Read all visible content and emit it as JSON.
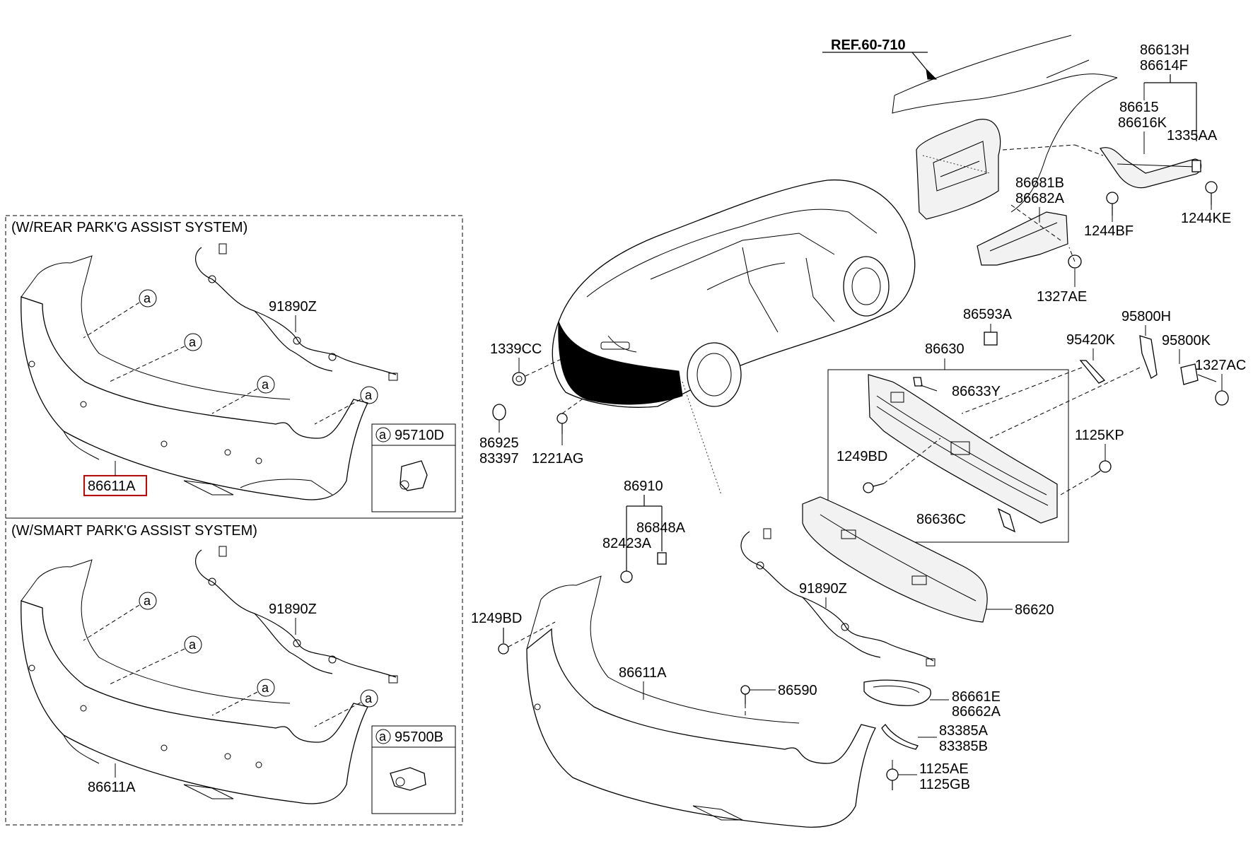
{
  "ref_label": "REF.60-710",
  "sections": {
    "rear": {
      "title": "(W/REAR PARK'G ASSIST SYSTEM)",
      "harness": "91890Z",
      "bumper": "86611A",
      "sensor": "95710D",
      "circle": "a"
    },
    "smart": {
      "title": "(W/SMART PARK'G ASSIST SYSTEM)",
      "harness": "91890Z",
      "bumper": "86611A",
      "sensor": "95700B",
      "circle": "a"
    }
  },
  "labels": {
    "p86613H": "86613H",
    "p86614F": "86614F",
    "p86615": "86615",
    "p86616K": "86616K",
    "p1335AA": "1335AA",
    "p86681B": "86681B",
    "p86682A": "86682A",
    "p1244BF": "1244BF",
    "p1244KE": "1244KE",
    "p1327AE": "1327AE",
    "p86593A": "86593A",
    "p95800H": "95800H",
    "p95800K": "95800K",
    "p1327AC": "1327AC",
    "p95420K": "95420K",
    "p86630": "86630",
    "p86633Y": "86633Y",
    "p1249BD_a": "1249BD",
    "p1125KP": "1125KP",
    "p86636C": "86636C",
    "p86620": "86620",
    "p1339CC": "1339CC",
    "p86925": "86925",
    "p83397": "83397",
    "p1221AG": "1221AG",
    "p86910": "86910",
    "p86848A": "86848A",
    "p82423A": "82423A",
    "p1249BD_b": "1249BD",
    "p91890Z": "91890Z",
    "p86611A": "86611A",
    "p86590": "86590",
    "p86661E": "86661E",
    "p86662A": "86662A",
    "p83385A": "83385A",
    "p83385B": "83385B",
    "p1125AE": "1125AE",
    "p1125GB": "1125GB"
  },
  "highlight_color": "#d40000"
}
